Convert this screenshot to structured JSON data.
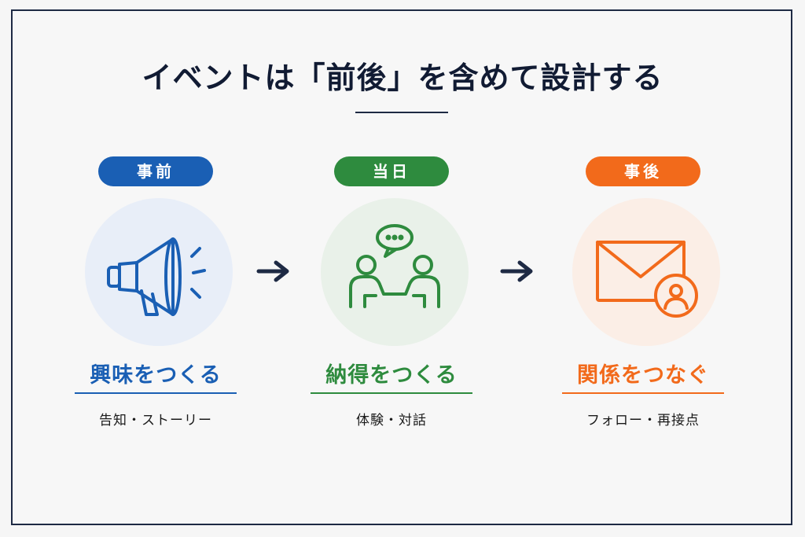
{
  "title": "イベントは「前後」を含めて設計する",
  "colors": {
    "navy": "#1e2a44",
    "blue": "#1a5fb4",
    "green": "#2e8b3e",
    "orange": "#f26a1b",
    "blue_bg": "#e8eef8",
    "green_bg": "#e9f1e9",
    "orange_bg": "#fbeee6"
  },
  "stages": [
    {
      "badge": "事前",
      "heading": "興味をつくる",
      "sub": "告知・ストーリー",
      "icon": "megaphone-icon"
    },
    {
      "badge": "当日",
      "heading": "納得をつくる",
      "sub": "体験・対話",
      "icon": "conversation-icon"
    },
    {
      "badge": "事後",
      "heading": "関係をつなぐ",
      "sub": "フォロー・再接点",
      "icon": "mail-contact-icon"
    }
  ],
  "connectors": [
    "arrow-right-icon",
    "arrow-right-icon"
  ]
}
